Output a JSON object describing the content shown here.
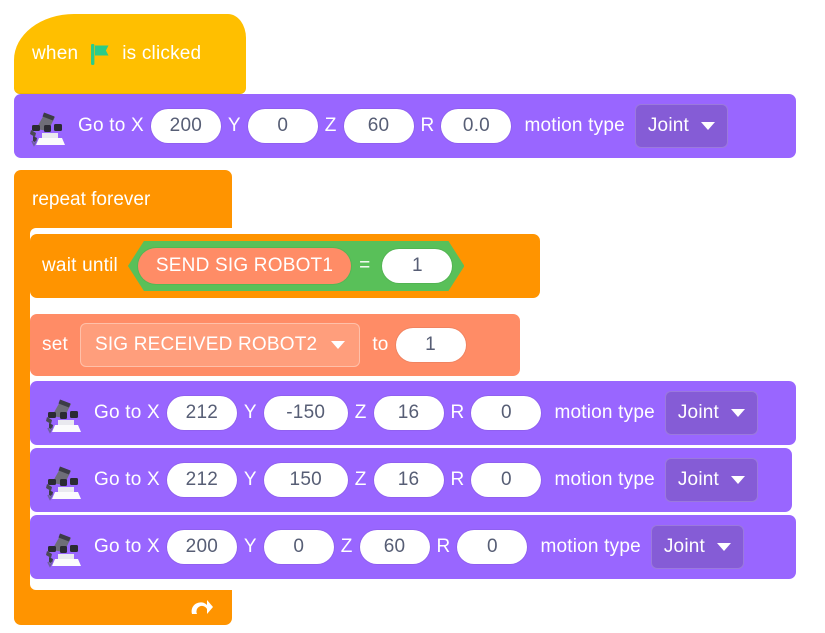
{
  "program": {
    "hat": {
      "prefix": "when",
      "icon": "green-flag-icon",
      "suffix": "is clicked"
    },
    "loop": {
      "label": "repeat forever",
      "loop_arrow_icon": "loop-arrow-icon"
    },
    "wait": {
      "label": "wait until",
      "variable": "SEND SIG ROBOT1",
      "operator": "=",
      "value": "1"
    },
    "set": {
      "label": "set",
      "variable": "SIG RECEIVED ROBOT2",
      "to_label": "to",
      "value": "1"
    },
    "motion_blocks": [
      {
        "icon": "robot-arm-icon",
        "action": "Go to X",
        "x": "200",
        "y_label": "Y",
        "y": "0",
        "z_label": "Z",
        "z": "60",
        "r_label": "R",
        "r": "0.0",
        "motion_type_label": "motion type",
        "motion_type": "Joint"
      },
      {
        "icon": "robot-arm-icon",
        "action": "Go to X",
        "x": "212",
        "y_label": "Y",
        "y": "-150",
        "z_label": "Z",
        "z": "16",
        "r_label": "R",
        "r": "0",
        "motion_type_label": "motion type",
        "motion_type": "Joint"
      },
      {
        "icon": "robot-arm-icon",
        "action": "Go to X",
        "x": "212",
        "y_label": "Y",
        "y": "150",
        "z_label": "Z",
        "z": "16",
        "r_label": "R",
        "r": "0",
        "motion_type_label": "motion type",
        "motion_type": "Joint"
      },
      {
        "icon": "robot-arm-icon",
        "action": "Go to X",
        "x": "200",
        "y_label": "Y",
        "y": "0",
        "z_label": "Z",
        "z": "60",
        "r_label": "R",
        "r": "0",
        "motion_type_label": "motion type",
        "motion_type": "Joint"
      }
    ]
  },
  "colors": {
    "hat": "#ffbf00",
    "control": "#ff9400",
    "motion": "#9966ff",
    "motion_dropdown": "#855cd6",
    "operator": "#59c059",
    "variable": "#ff8c66",
    "input_text": "#575e75",
    "canvas": "#ffffff",
    "flag": "#2bcc88"
  }
}
